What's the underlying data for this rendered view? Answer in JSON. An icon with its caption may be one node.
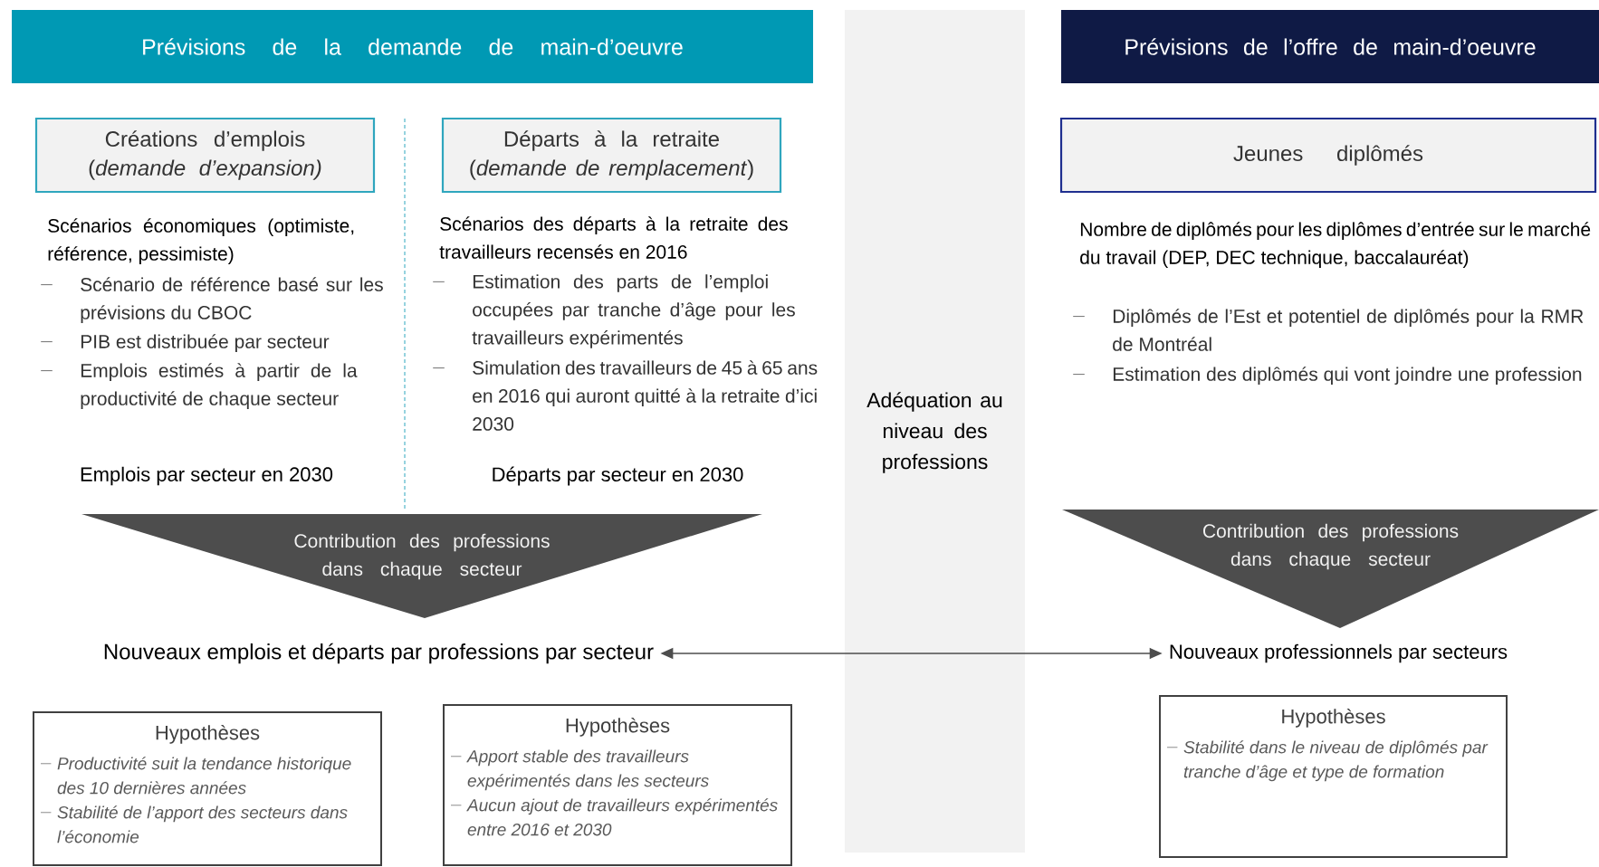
{
  "diagram": {
    "nodes": [
      {
        "text": [
          "Prévisions de la demande de main-d’oeuvre"
        ]
      },
      {
        "text": [
          "Adéquation au niveau des professions"
        ]
      },
      {
        "text": [
          "Prévisions de l’offre de main-d’oeuvre"
        ]
      },
      {
        "text": [
          "Créations d’emplois",
          "(*demande d’expansion)*"
        ]
      },
      {
        "text": [
          "Départs à la retraite",
          "(*demande de remplacement*)"
        ]
      },
      {
        "text": [
          "Jeunes diplômés"
        ]
      },
      {
        "text": [
          "Contribution des professions dans chaque secteur"
        ]
      },
      {
        "text": [
          "Contribution des professions dans chaque secteur"
        ]
      },
      {
        "text": [
          "Nouveaux emplois et départs par professions par secteur"
        ]
      },
      {
        "text": [
          "Nouveaux professionnels par secteurs"
        ]
      },
      {
        "text": [
          "Hypothèses",
          "Productivité suit la tendance historique des 10 dernières années",
          "Stabilité de l’apport des secteurs dans l’économie"
        ]
      },
      {
        "text": [
          "Hypothèses",
          "Apport stable des travailleurs expérimentés dans les secteurs",
          "Aucun ajout de travailleurs expérimentés entre 2016 et 2030"
        ]
      },
      {
        "text": [
          "Hypothèses",
          "Stabilité dans le niveau de diplômés par tranche d’âge et type de formation"
        ]
      }
    ],
    "edges": [
      {
        "from": 8,
        "to": 9,
        "arrow": "both"
      }
    ],
    "labels": [
      "Scénarios économiques (optimiste, référence, pessimiste)",
      "Scénario de référence basé sur les prévisions du CBOC",
      "PIB est distribuée par secteur",
      "Emplois estimés à partir de la productivité de chaque secteur",
      "Emplois par secteur en 2030",
      "Scénarios des départs à la retraite des travailleurs recensés en 2016",
      "Estimation des parts de l’emploi occupées par tranche d’âge pour les travailleurs expérimentés",
      "Simulation des travailleurs de 45 à 65 ans en 2016 qui auront quitté à la retraite d’ici 2030",
      "Départs par secteur en 2030",
      "Nombre de diplômés pour les diplômes d’entrée sur le marché du travail (DEP, DEC technique, baccalauréat)",
      "Diplômés de l’Est et potentiel de diplômés pour la RMR de Montréal",
      "Estimation des diplômés qui vont joindre une profession"
    ]
  }
}
